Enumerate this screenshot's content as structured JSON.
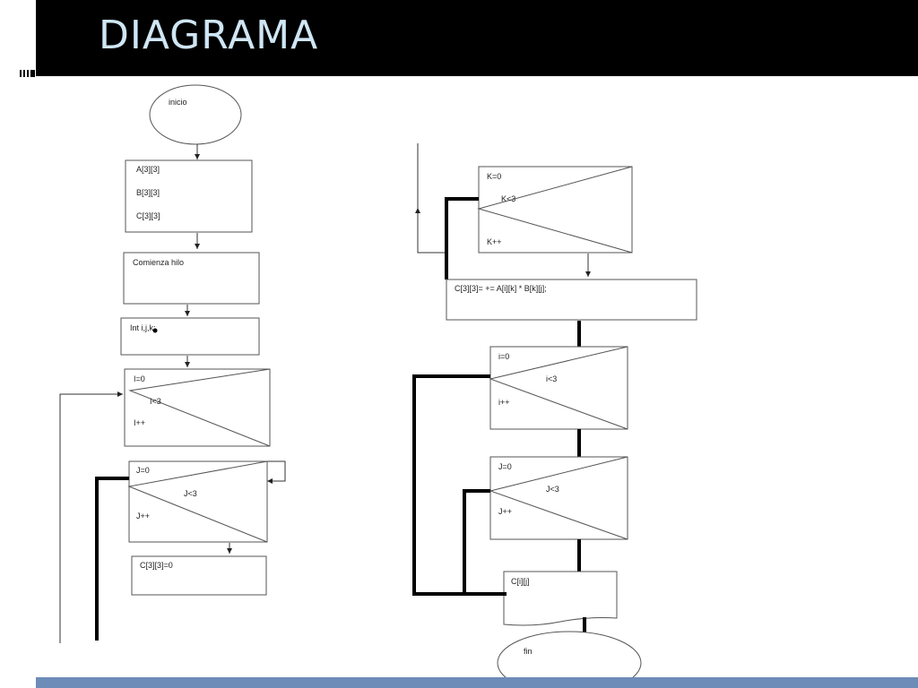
{
  "slide": {
    "title": "DIAGRAMA"
  },
  "flowchart": {
    "start": "inicio",
    "declarations": [
      "A[3][3]",
      "B[3][3]",
      "C[3][3]"
    ],
    "thread": "Comienza hilo",
    "vars": "Int i,j,k;",
    "loop1": {
      "init": "I=0",
      "cond": "I<3",
      "inc": "I++"
    },
    "loop2": {
      "init": "J=0",
      "cond": "J<3",
      "inc": "J++"
    },
    "init_c": "C[3][3]=0",
    "loop3": {
      "init": "K=0",
      "cond": "K<3",
      "inc": "K++"
    },
    "compute": "C[3][3]= += A[i][k] * B[k][j];",
    "loop4": {
      "init": "i=0",
      "cond": "i<3",
      "inc": "i++"
    },
    "loop5": {
      "init": "J=0",
      "cond": "J<3",
      "inc": "J++"
    },
    "output": "C[i][j]",
    "end": "fin"
  }
}
